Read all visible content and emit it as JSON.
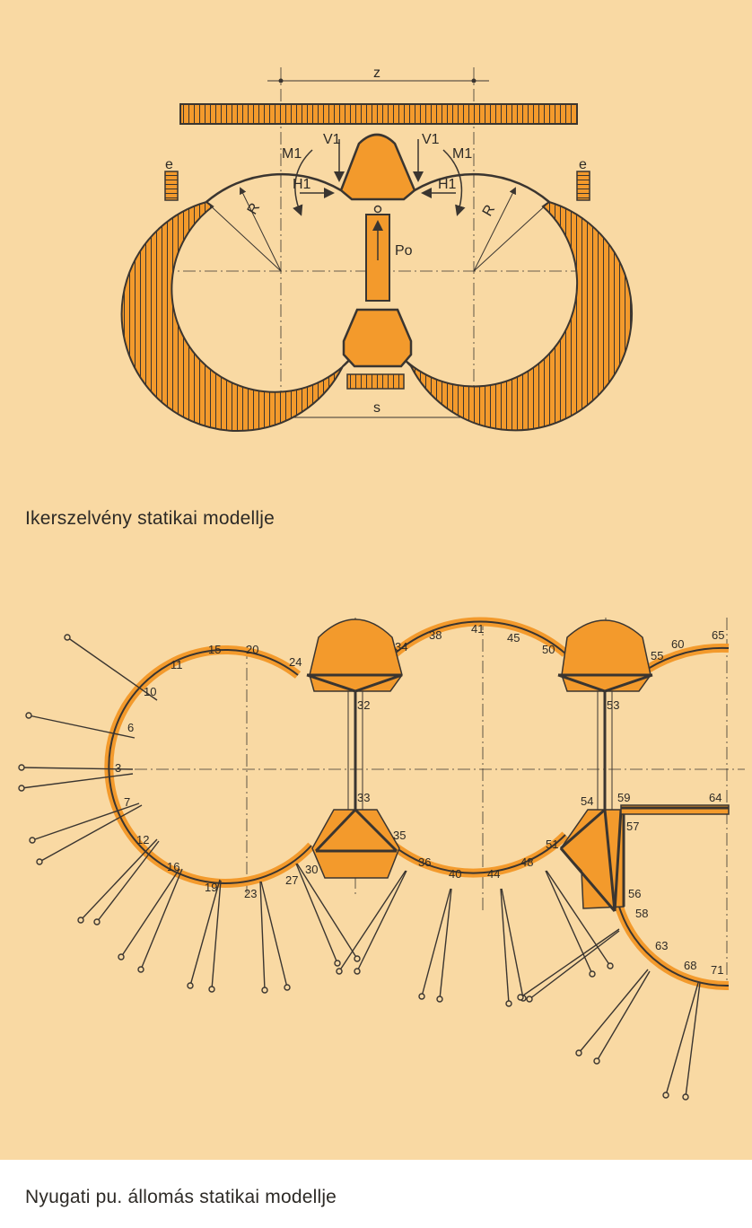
{
  "colors": {
    "paper": "#f9d9a3",
    "orange": "#f39a2c",
    "ink": "#3a3530"
  },
  "top_diagram": {
    "caption": "Ikerszelvény statikai modellje",
    "labels": {
      "z": "z",
      "s": "s",
      "R": "R",
      "M1": "M1",
      "V1": "V1",
      "H1": "H1",
      "Po": "Po",
      "e": "e"
    }
  },
  "bottom_diagram": {
    "caption": "Nyugati pu. állomás statikai modellje",
    "node_labels": [
      "3",
      "6",
      "7",
      "10",
      "11",
      "12",
      "15",
      "16",
      "19",
      "20",
      "23",
      "24",
      "27",
      "30",
      "32",
      "33",
      "34",
      "35",
      "36",
      "38",
      "40",
      "41",
      "44",
      "45",
      "48",
      "50",
      "51",
      "53",
      "54",
      "55",
      "56",
      "57",
      "58",
      "59",
      "60",
      "63",
      "64",
      "65",
      "68",
      "71"
    ]
  }
}
